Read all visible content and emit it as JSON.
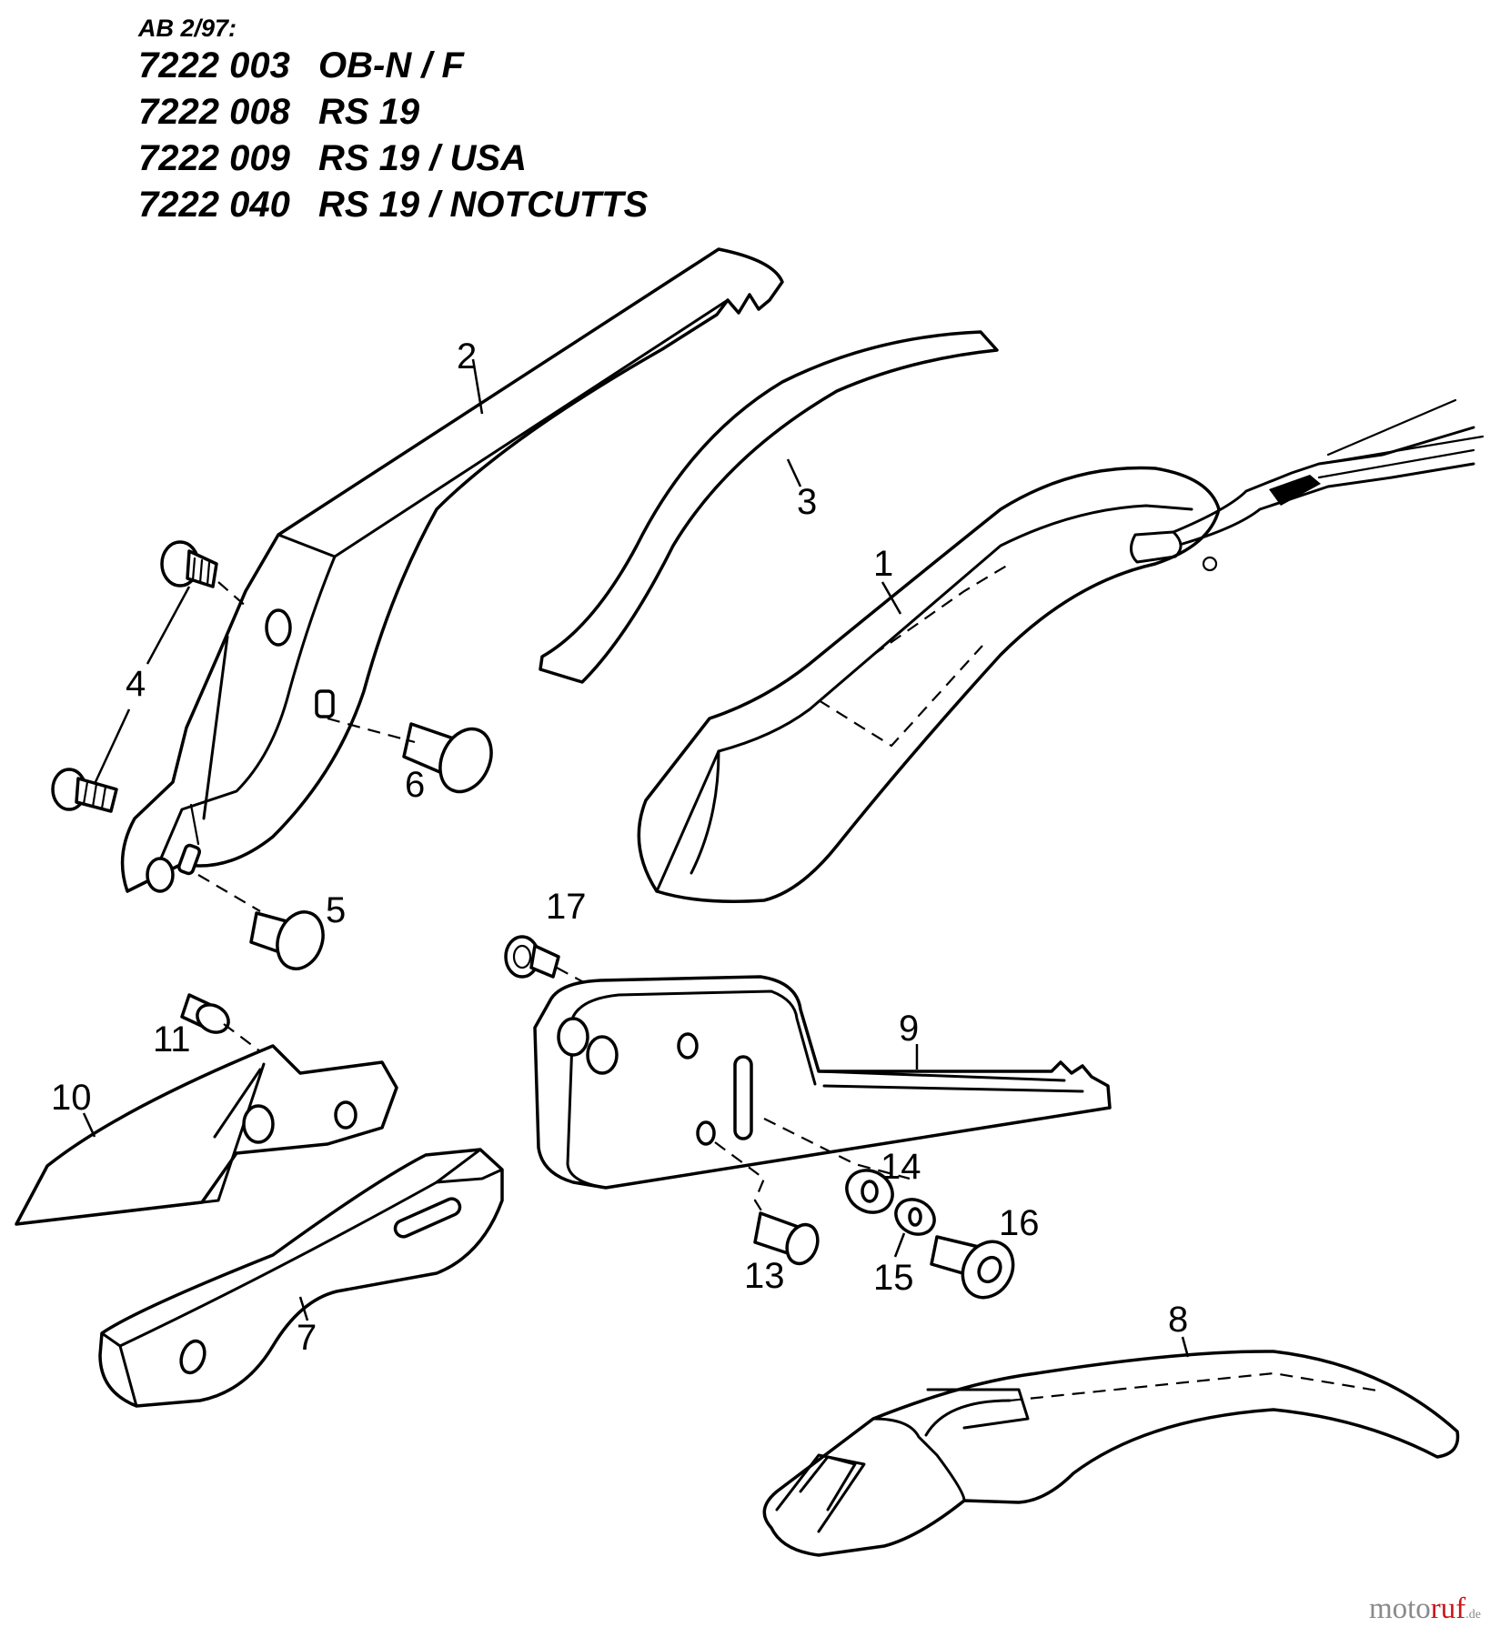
{
  "header": {
    "effective": "AB 2/97:",
    "models": [
      {
        "code": "7222 003",
        "name": "OB-N / F"
      },
      {
        "code": "7222 008",
        "name": "RS 19"
      },
      {
        "code": "7222 009",
        "name": "RS 19 / USA"
      },
      {
        "code": "7222 040",
        "name": "RS 19 / NOTCUTTS"
      }
    ]
  },
  "parts": {
    "p1": "1",
    "p2": "2",
    "p3": "3",
    "p4": "4",
    "p5": "5",
    "p6": "6",
    "p7": "7",
    "p8": "8",
    "p9": "9",
    "p10": "10",
    "p11": "11",
    "p13": "13",
    "p14": "14",
    "p15": "15",
    "p16": "16",
    "p17": "17"
  },
  "watermark": {
    "part_a": "moto",
    "part_b": "ruf",
    "part_c": ".de"
  }
}
